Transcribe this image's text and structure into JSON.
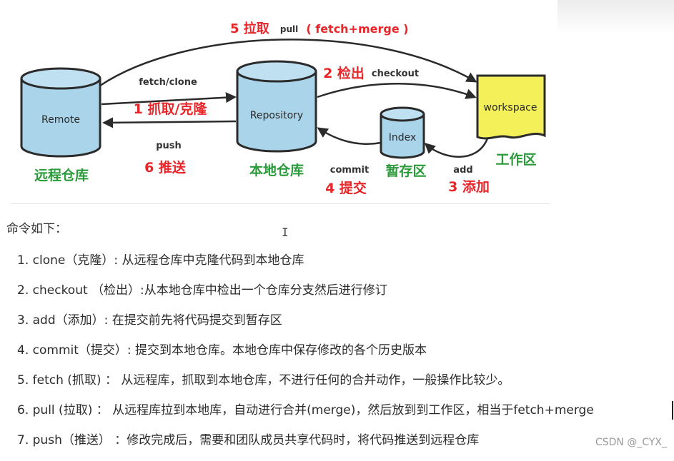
{
  "diagram": {
    "nodes": {
      "remote": {
        "label": "Remote",
        "caption": "远程仓库"
      },
      "repository": {
        "label": "Repository",
        "caption": "本地仓库"
      },
      "index": {
        "label": "Index",
        "caption": "暂存区"
      },
      "workspace": {
        "label": "workspace",
        "caption": "工作区"
      }
    },
    "arrows": {
      "pull": {
        "step": "5 拉取",
        "cmd": "pull",
        "detail": "( fetch+merge )"
      },
      "fetch": {
        "cmd": "fetch/clone",
        "step": "1 抓取/克隆"
      },
      "push": {
        "cmd": "push",
        "step": "6 推送"
      },
      "checkout": {
        "step": "2 检出",
        "cmd": "checkout"
      },
      "commit": {
        "cmd": "commit",
        "step": "4 提交"
      },
      "add": {
        "cmd": "add",
        "step": "3 添加"
      }
    },
    "colors": {
      "cylinder": "#a9d4ea",
      "cylinder_stroke": "#2b2b2b",
      "workspace": "#f4f05a",
      "red": "#e8262a",
      "green": "#2a9a3a"
    }
  },
  "intro": "命令如下：",
  "commands": [
    {
      "num": "1.",
      "text": "clone（克隆）: 从远程仓库中克隆代码到本地仓库"
    },
    {
      "num": "2.",
      "text": "checkout （检出）:从本地仓库中检出一个仓库分支然后进行修订"
    },
    {
      "num": "3.",
      "text": "add（添加）: 在提交前先将代码提交到暂存区"
    },
    {
      "num": "4.",
      "text": "commit（提交）: 提交到本地仓库。本地仓库中保存修改的各个历史版本"
    },
    {
      "num": "5.",
      "text": "fetch (抓取) ： 从远程库，抓取到本地仓库，不进行任何的合并动作，一般操作比较少。"
    },
    {
      "num": "6.",
      "text": "pull (拉取) ： 从远程库拉到本地库，自动进行合并(merge)，然后放到到工作区，相当于fetch+merge"
    },
    {
      "num": "7.",
      "text": "push（推送） ：修改完成后，需要和团队成员共享代码时，将代码推送到远程仓库"
    }
  ],
  "watermark": "CSDN @_CYX_"
}
